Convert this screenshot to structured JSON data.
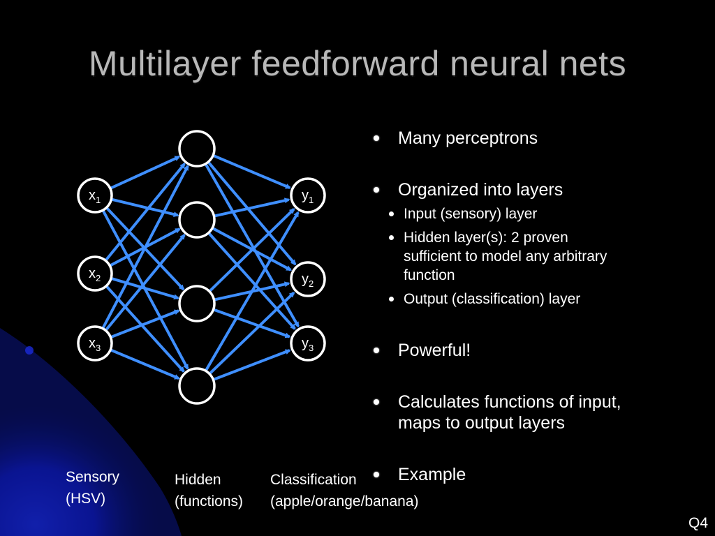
{
  "title": "Multilayer feedforward neural nets",
  "diagram": {
    "inputs": [
      {
        "main": "x",
        "sub": "1"
      },
      {
        "main": "x",
        "sub": "2"
      },
      {
        "main": "x",
        "sub": "3"
      }
    ],
    "outputs": [
      {
        "main": "y",
        "sub": "1"
      },
      {
        "main": "y",
        "sub": "2"
      },
      {
        "main": "y",
        "sub": "3"
      }
    ],
    "hidden_count": 4,
    "edge_color": "#3f8fff",
    "node_stroke": "#ffffff"
  },
  "layer_labels": {
    "sensory": {
      "line1": "Sensory",
      "line2": "(HSV)"
    },
    "hidden": {
      "line1": "Hidden",
      "line2": "(functions)"
    },
    "classification": {
      "line1": "Classification",
      "line2": "(apple/orange/banana)"
    }
  },
  "bullets": [
    {
      "text": "Many perceptrons"
    },
    {
      "text": "Organized into layers"
    },
    {
      "text": "Input (sensory) layer"
    },
    {
      "text": "Hidden layer(s): 2 proven sufficient to model any arbitrary function"
    },
    {
      "text": "Output (classification) layer"
    },
    {
      "text": "Powerful!"
    },
    {
      "text": "Calculates functions of input, maps to output layers"
    },
    {
      "text": "Example"
    }
  ],
  "page_number": "Q4",
  "colors": {
    "background": "#000000",
    "title": "#b8b8b8",
    "accent_blue": "#0a1a9a"
  }
}
